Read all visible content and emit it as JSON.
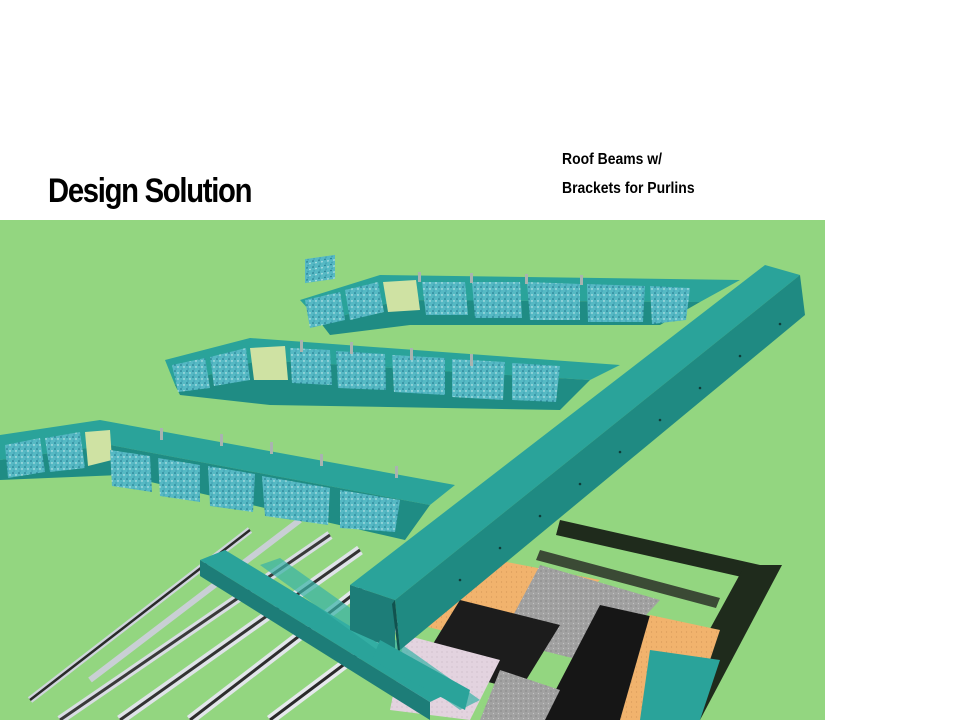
{
  "slide": {
    "title": "Design Solution",
    "caption_lines": [
      "Roof Beams w/",
      "Brackets for Purlins"
    ]
  },
  "figure": {
    "description_icon": "roof-structure-render",
    "colors": {
      "background": "#93d680",
      "beam": "#2aa39a",
      "beam_dark": "#1d7d78",
      "panel": "#5fc4b8",
      "tan": "#f0b26c",
      "gray": "#9a9a9a",
      "black": "#141414",
      "pink": "#e6d6e2",
      "wall": "#1f2b1c"
    }
  }
}
